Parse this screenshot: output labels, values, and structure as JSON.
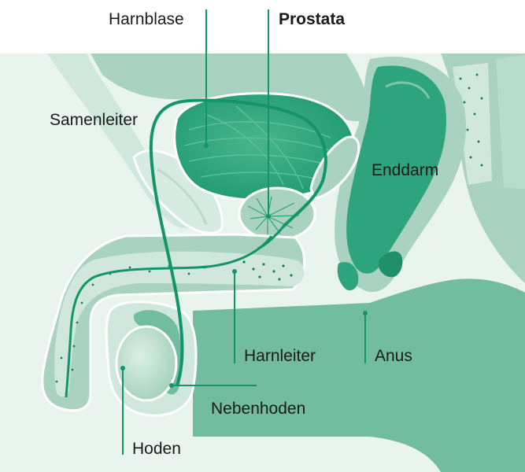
{
  "labels": {
    "harnblase": "Harnblase",
    "prostata": "Prostata",
    "samenleiter": "Samenleiter",
    "enddarm": "Enddarm",
    "harnleiter": "Harnleiter",
    "anus": "Anus",
    "nebenhoden": "Nebenhoden",
    "hoden": "Hoden"
  },
  "colors": {
    "background_tint": "#e9f4ef",
    "tissue_light": "#cfe7dc",
    "tissue_mid": "#a9d3c0",
    "tissue_dark": "#72bc9f",
    "organ_deep": "#2ea47e",
    "line_accent": "#14946b"
  }
}
